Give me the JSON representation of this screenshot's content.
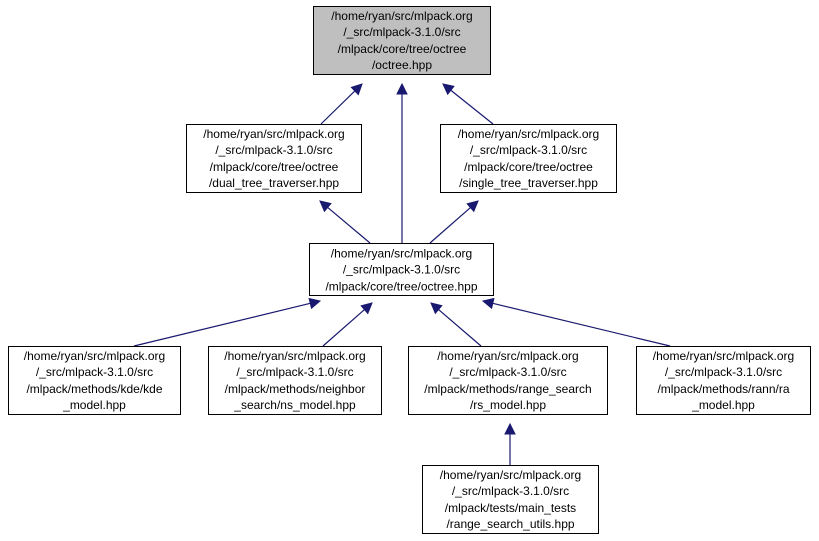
{
  "graph": {
    "nodes": [
      {
        "id": "n0",
        "lines": [
          "/home/ryan/src/mlpack.org",
          "/_src/mlpack-3.1.0/src",
          "/mlpack/core/tree/octree",
          "/octree.hpp"
        ],
        "highlighted": true
      },
      {
        "id": "n1",
        "lines": [
          "/home/ryan/src/mlpack.org",
          "/_src/mlpack-3.1.0/src",
          "/mlpack/core/tree/octree",
          "/dual_tree_traverser.hpp"
        ]
      },
      {
        "id": "n2",
        "lines": [
          "/home/ryan/src/mlpack.org",
          "/_src/mlpack-3.1.0/src",
          "/mlpack/core/tree/octree",
          "/single_tree_traverser.hpp"
        ]
      },
      {
        "id": "n3",
        "lines": [
          "/home/ryan/src/mlpack.org",
          "/_src/mlpack-3.1.0/src",
          "/mlpack/core/tree/octree.hpp"
        ]
      },
      {
        "id": "n4",
        "lines": [
          "/home/ryan/src/mlpack.org",
          "/_src/mlpack-3.1.0/src",
          "/mlpack/methods/kde/kde",
          "_model.hpp"
        ]
      },
      {
        "id": "n5",
        "lines": [
          "/home/ryan/src/mlpack.org",
          "/_src/mlpack-3.1.0/src",
          "/mlpack/methods/neighbor",
          "_search/ns_model.hpp"
        ]
      },
      {
        "id": "n6",
        "lines": [
          "/home/ryan/src/mlpack.org",
          "/_src/mlpack-3.1.0/src",
          "/mlpack/methods/range_search",
          "/rs_model.hpp"
        ]
      },
      {
        "id": "n7",
        "lines": [
          "/home/ryan/src/mlpack.org",
          "/_src/mlpack-3.1.0/src",
          "/mlpack/methods/rann/ra",
          "_model.hpp"
        ]
      },
      {
        "id": "n8",
        "lines": [
          "/home/ryan/src/mlpack.org",
          "/_src/mlpack-3.1.0/src",
          "/mlpack/tests/main_tests",
          "/range_search_utils.hpp"
        ]
      }
    ],
    "edges": [
      {
        "from": "n1",
        "to": "n0"
      },
      {
        "from": "n2",
        "to": "n0"
      },
      {
        "from": "n3",
        "to": "n0"
      },
      {
        "from": "n3",
        "to": "n1"
      },
      {
        "from": "n3",
        "to": "n2"
      },
      {
        "from": "n4",
        "to": "n3"
      },
      {
        "from": "n5",
        "to": "n3"
      },
      {
        "from": "n6",
        "to": "n3"
      },
      {
        "from": "n7",
        "to": "n3"
      },
      {
        "from": "n8",
        "to": "n6"
      }
    ],
    "colors": {
      "edge": "#191970",
      "root_fill": "#bfbfbf",
      "node_fill": "#ffffff",
      "border": "#000000"
    }
  }
}
